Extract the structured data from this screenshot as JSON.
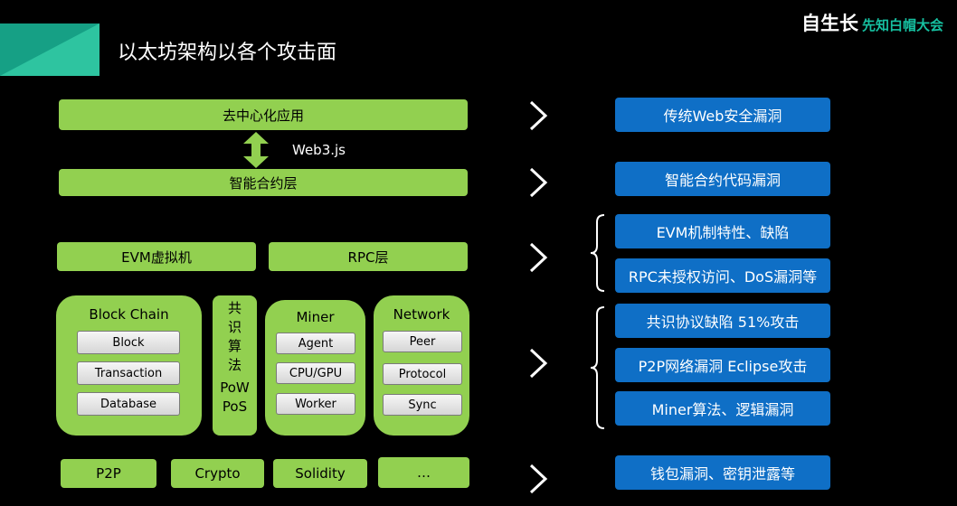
{
  "header": {
    "title": "以太坊架构以各个攻击面",
    "logo_main": "自生长",
    "logo_sub": "先知白帽大会"
  },
  "layers": {
    "dapp": "去中心化应用",
    "web3": "Web3.js",
    "contract": "智能合约层",
    "evm": "EVM虚拟机",
    "rpc": "RPC层"
  },
  "blockchain": {
    "title": "Block Chain",
    "items": [
      "Block",
      "Transaction",
      "Database"
    ]
  },
  "consensus": {
    "lines": [
      "共",
      "识",
      "算",
      "法",
      "PoW",
      "PoS"
    ]
  },
  "miner": {
    "title": "Miner",
    "items": [
      "Agent",
      "CPU/GPU",
      "Worker"
    ]
  },
  "network": {
    "title": "Network",
    "items": [
      "Peer",
      "Protocol",
      "Sync"
    ]
  },
  "bottom": {
    "items": [
      "P2P",
      "Crypto",
      "Solidity",
      "…"
    ]
  },
  "attacks": {
    "web": "传统Web安全漏洞",
    "contract": "智能合约代码漏洞",
    "evm": "EVM机制特性、缺陷",
    "rpc": "RPC未授权访问、DoS漏洞等",
    "consensus": "共识协议缺陷 51%攻击",
    "p2p": "P2P网络漏洞 Eclipse攻击",
    "miner": "Miner算法、逻辑漏洞",
    "wallet": "钱包漏洞、密钥泄露等"
  },
  "colors": {
    "green": "#92d050",
    "blue": "#0f6fc6",
    "accent_teal": "#1aa88a",
    "background": "#000000"
  }
}
